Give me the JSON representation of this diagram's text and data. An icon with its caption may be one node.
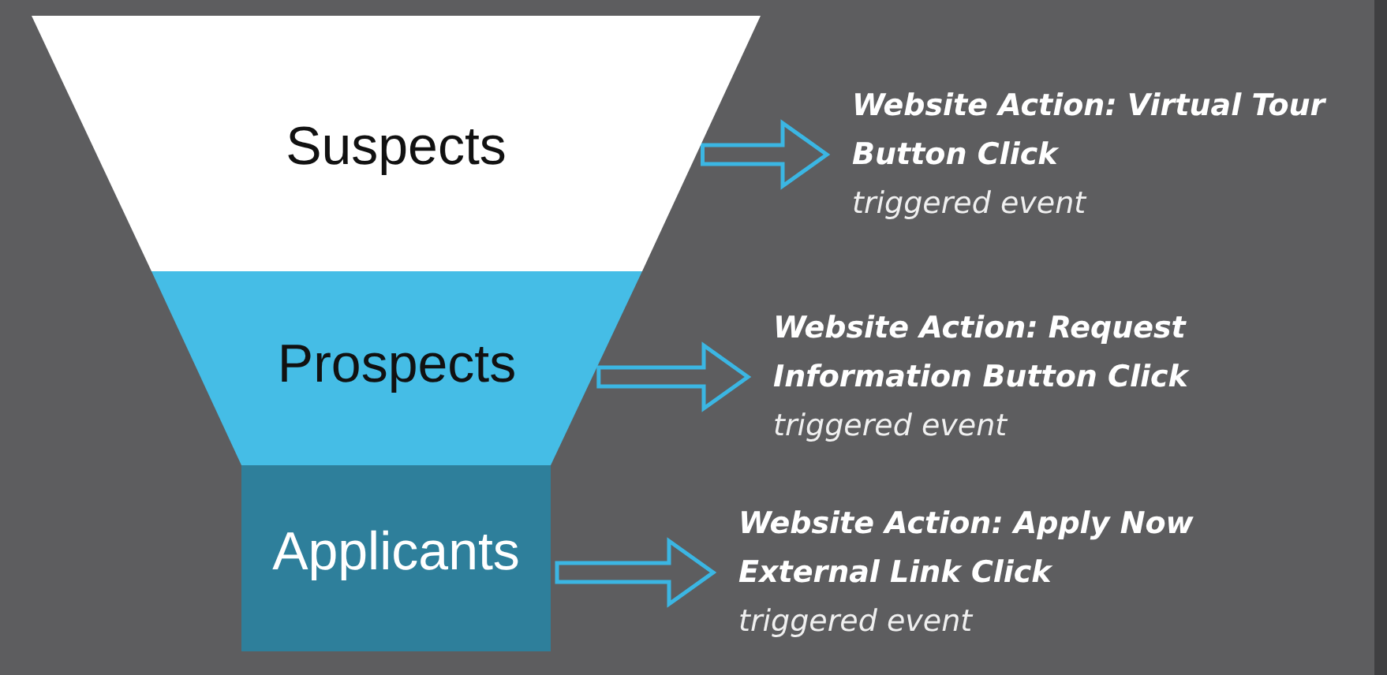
{
  "diagram": {
    "nodes": [
      {
        "text": [
          "Suspects"
        ]
      },
      {
        "text": [
          "Prospects"
        ]
      },
      {
        "text": [
          "Applicants"
        ]
      },
      {
        "text": [
          "Website Action: Virtual Tour Button Click",
          "triggered event"
        ]
      },
      {
        "text": [
          "Website Action: Request Information Button Click",
          "triggered event"
        ]
      },
      {
        "text": [
          "Website Action: Apply Now External Link Click",
          "triggered event"
        ]
      }
    ],
    "edges": [
      {
        "from": 0,
        "to": 3,
        "arrow": "to"
      },
      {
        "from": 1,
        "to": 4,
        "arrow": "to"
      },
      {
        "from": 2,
        "to": 5,
        "arrow": "to"
      }
    ]
  }
}
